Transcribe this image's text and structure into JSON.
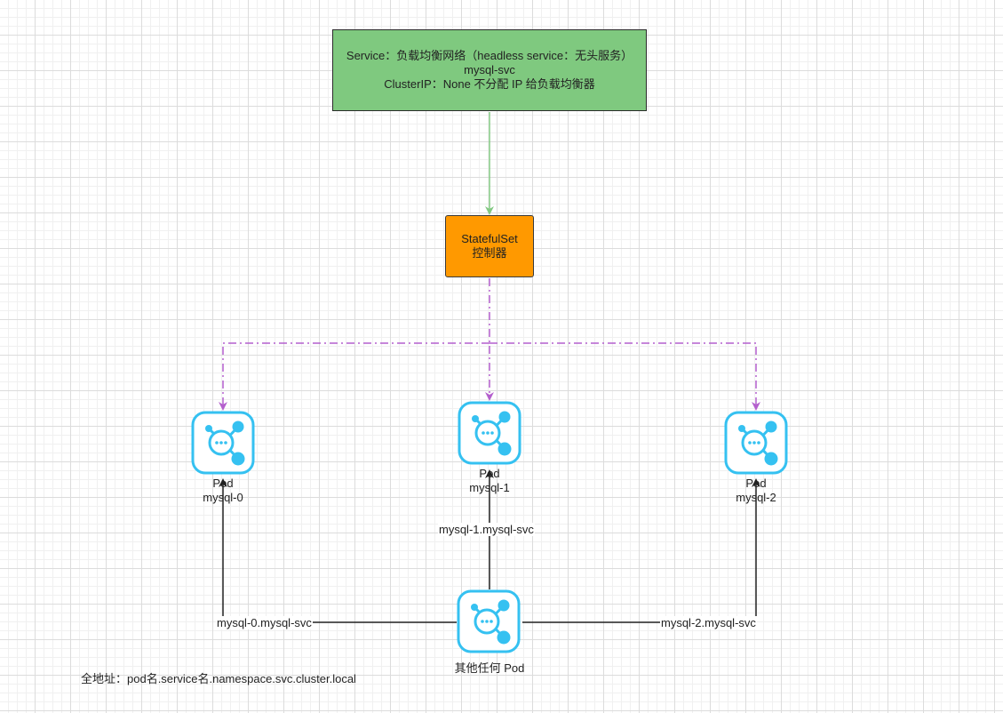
{
  "colors": {
    "service_fill": "#7fc97f",
    "statefulset_fill": "#ff9900",
    "pod_icon": "#35c1f1",
    "green_arrow": "#82c882",
    "purple_dashed": "#b45fcd",
    "dark_arrow": "#222222"
  },
  "service": {
    "line1": "Service：负载均衡网络（headless service：无头服务）",
    "line2": "mysql-svc",
    "line3": "ClusterIP：None 不分配 IP 给负载均衡器"
  },
  "statefulset": {
    "line1": "StatefulSet",
    "line2": "控制器"
  },
  "pods": [
    {
      "title": "Pod",
      "name": "mysql-0",
      "icon": "pod-icon"
    },
    {
      "title": "Pod",
      "name": "mysql-1",
      "icon": "pod-icon"
    },
    {
      "title": "Pod",
      "name": "mysql-2",
      "icon": "pod-icon"
    }
  ],
  "other_pod": {
    "label": "其他任何 Pod",
    "icon": "pod-icon"
  },
  "edge_labels": {
    "to_mysql_0": "mysql-0.mysql-svc",
    "to_mysql_1": "mysql-1.mysql-svc",
    "to_mysql_2": "mysql-2.mysql-svc"
  },
  "footnote": "全地址：pod名.service名.namespace.svc.cluster.local"
}
